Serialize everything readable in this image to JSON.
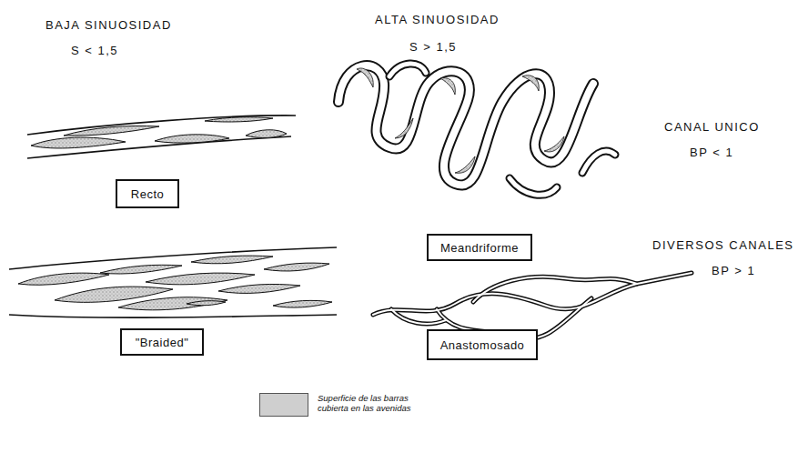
{
  "diagram": {
    "nodes": [
      {
        "text": [
          "Recto"
        ]
      },
      {
        "text": [
          "Meandriforme"
        ]
      },
      {
        "text": [
          "\"Braided\""
        ]
      },
      {
        "text": [
          "Anastomosado"
        ]
      }
    ],
    "labels": [
      "BAJA SINUOSIDAD",
      "S < 1,5",
      "ALTA SINUOSIDAD",
      "S > 1,5",
      "CANAL UNICO",
      "BP < 1",
      "DIVERSOS CANALES",
      "BP > 1"
    ],
    "legend": [
      {
        "text": "Superficie de las barras cubierta en las avenidas",
        "color": "#cfcfcf"
      }
    ]
  }
}
